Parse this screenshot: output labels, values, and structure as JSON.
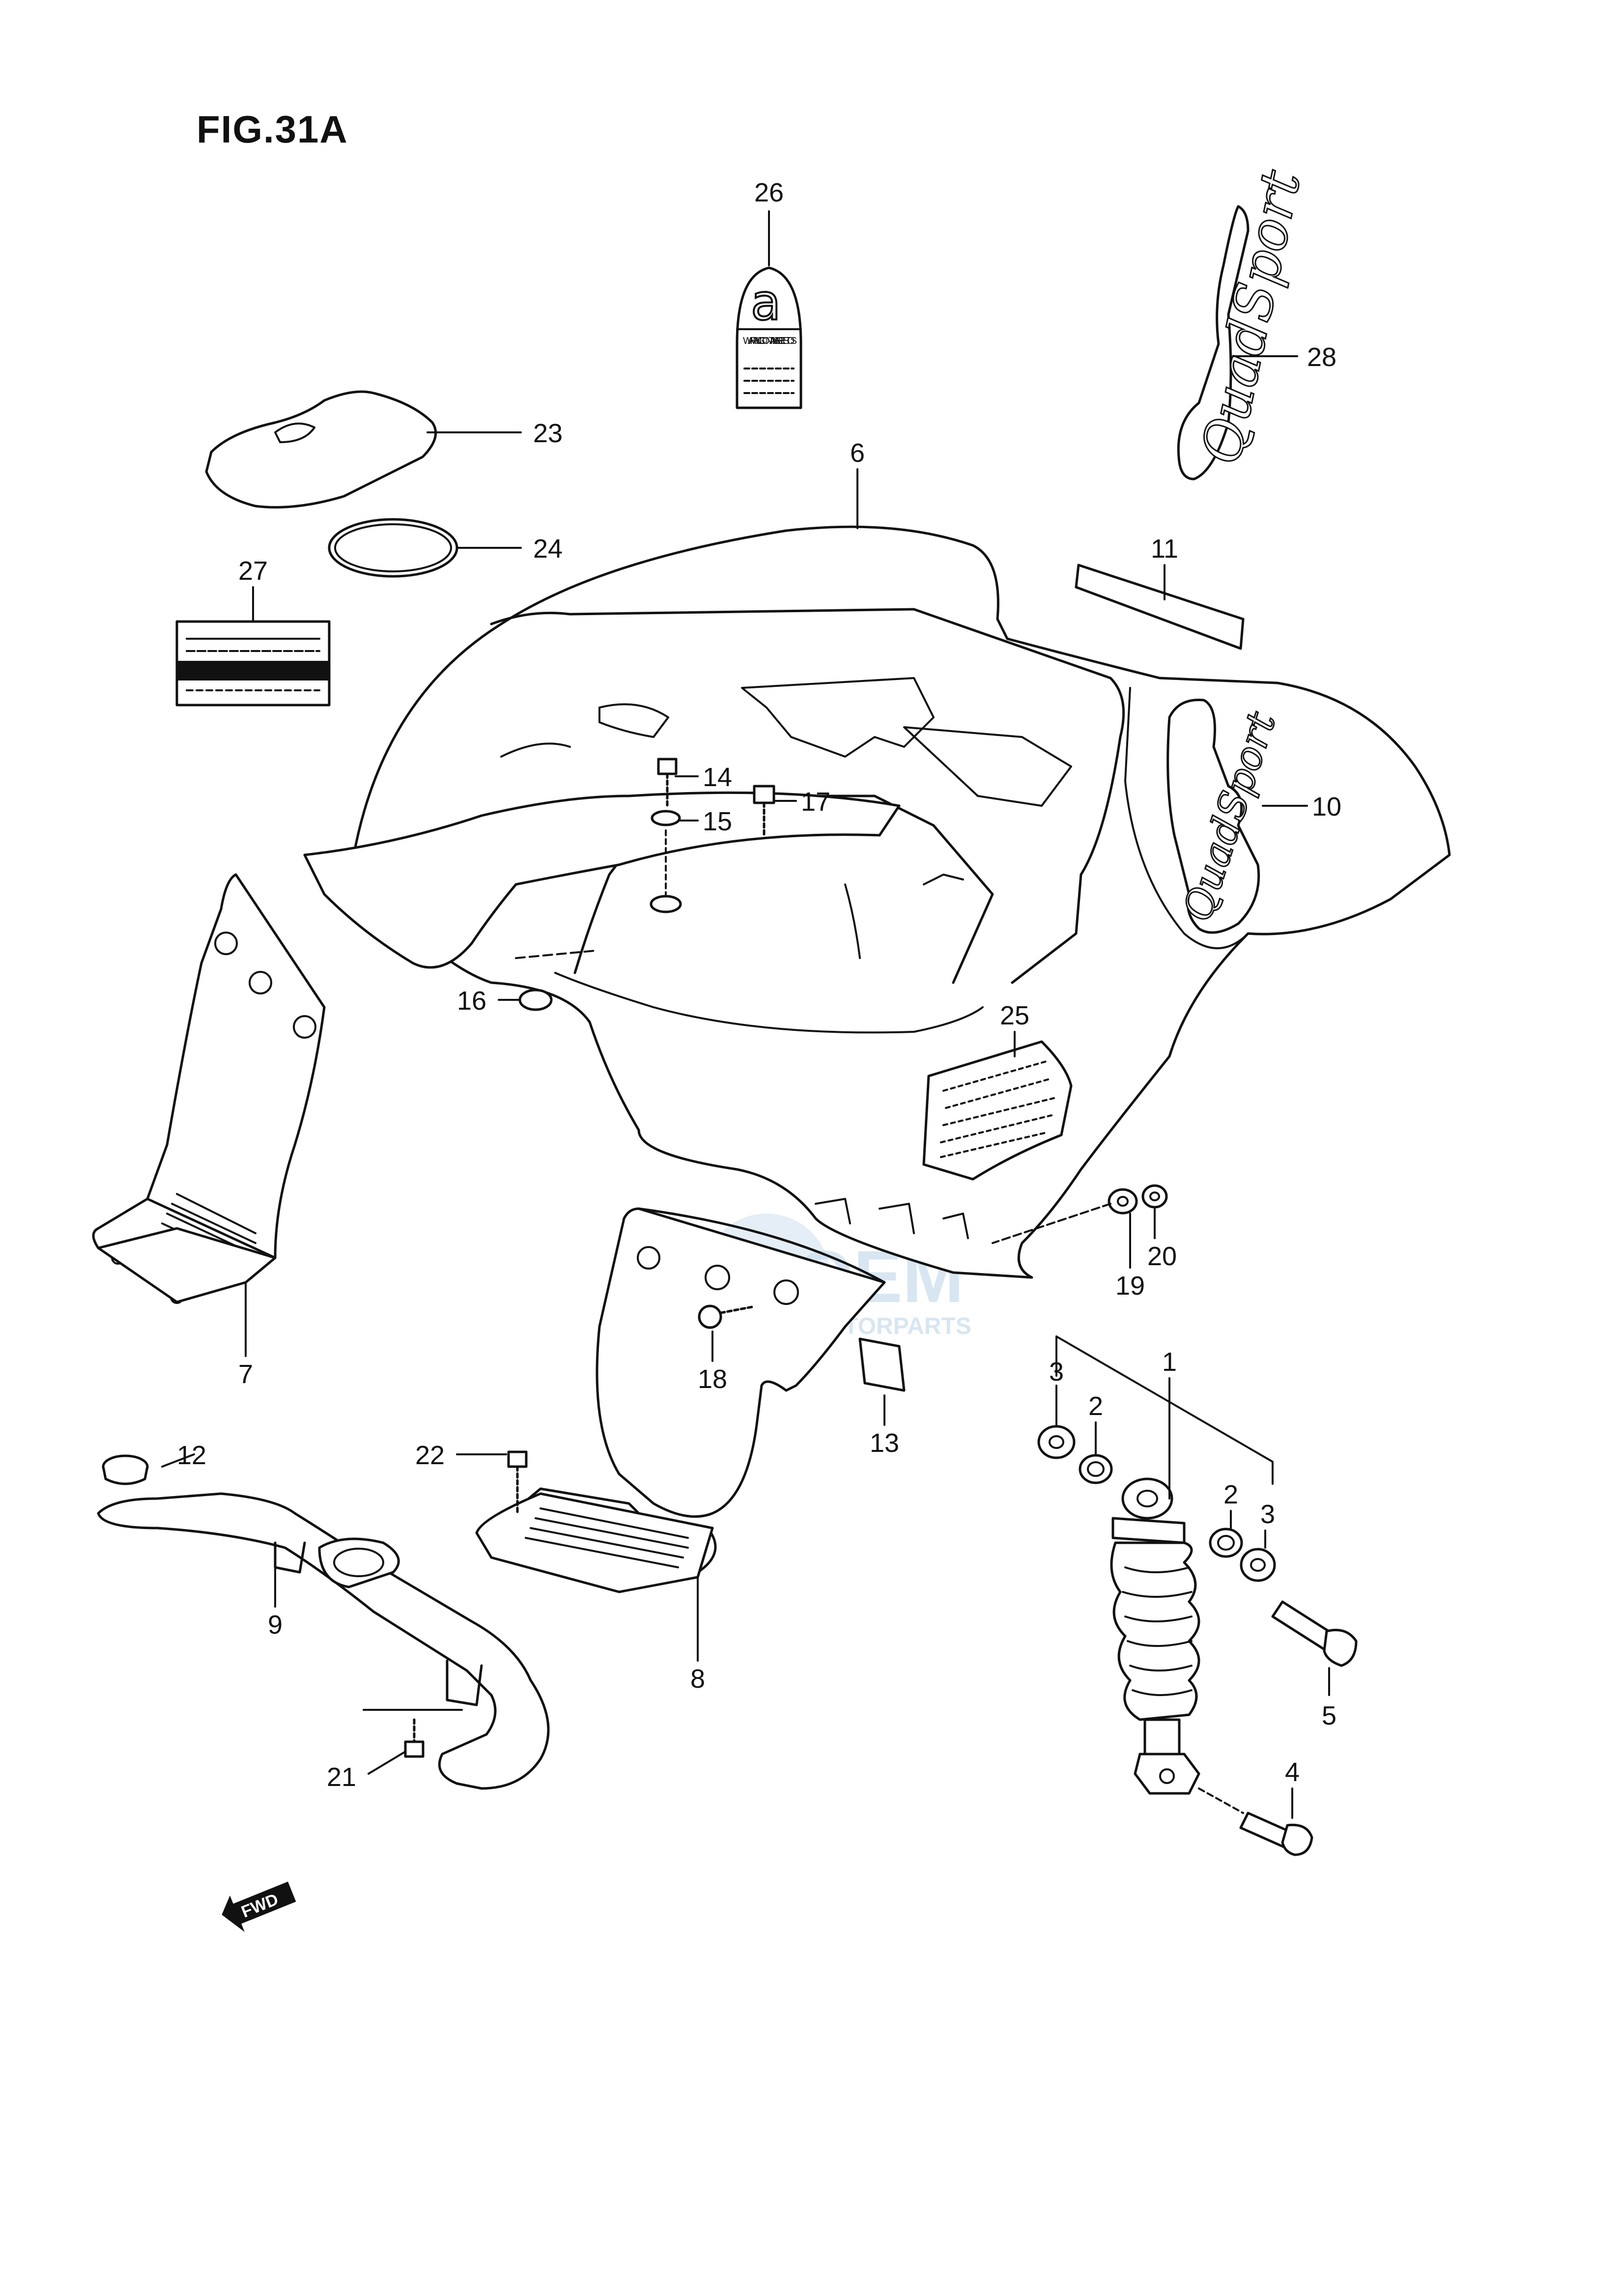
{
  "figure": {
    "title": "FIG.31A"
  },
  "decals": {
    "quadsport_logo": "QuadSport",
    "warning_label_text": "WARNING CONTAINS ASBESTOS",
    "fwd_arrow": "FWD",
    "watermark_brand": "OEM",
    "watermark_sub": "MOTORPARTS"
  },
  "callouts": {
    "c1": "1",
    "c2a": "2",
    "c2b": "2",
    "c3a": "3",
    "c3b": "3",
    "c4": "4",
    "c5": "5",
    "c6": "6",
    "c7": "7",
    "c8": "8",
    "c9": "9",
    "c10": "10",
    "c11": "11",
    "c12": "12",
    "c13": "13",
    "c14": "14",
    "c15": "15",
    "c16": "16",
    "c17": "17",
    "c18": "18",
    "c19": "19",
    "c20": "20",
    "c21": "21",
    "c22": "22",
    "c23": "23",
    "c24": "24",
    "c25": "25",
    "c26": "26",
    "c27": "27",
    "c28": "28"
  }
}
